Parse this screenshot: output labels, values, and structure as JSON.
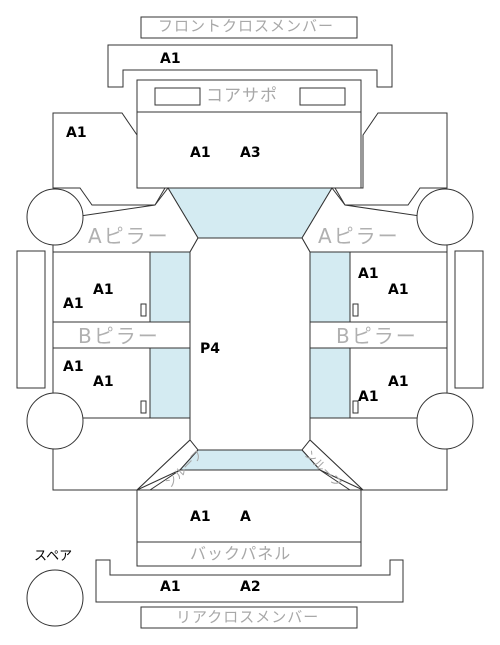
{
  "labels": {
    "front_cross_member": "フロントクロスメンバー",
    "core_support": "コアサポ",
    "a_pillar": "Aピラー",
    "b_pillar": "Bピラー",
    "back_panel": "バックパネル",
    "rear_cross_member": "リアクロスメンバー",
    "spare": "スペア",
    "side_panel_left": "ンルーフ",
    "side_panel_right": "ンルーフ"
  },
  "grades": {
    "front_member": "A1",
    "front_left": "A1",
    "hood_1": "A1",
    "hood_2": "A3",
    "front_door_left_1": "A1",
    "front_door_left_2": "A1",
    "front_door_right_1": "A1",
    "front_door_right_2": "A1",
    "rear_door_left_1": "A1",
    "rear_door_left_2": "A1",
    "rear_door_right_1": "A1",
    "rear_door_right_2": "A1",
    "roof": "P4",
    "trunk_1": "A1",
    "trunk_2": "A",
    "rear_member_1": "A1",
    "rear_member_2": "A2"
  },
  "colors": {
    "glass": "#d4ebf2",
    "line": "#333333",
    "label_grey": "#a8a8a8"
  }
}
